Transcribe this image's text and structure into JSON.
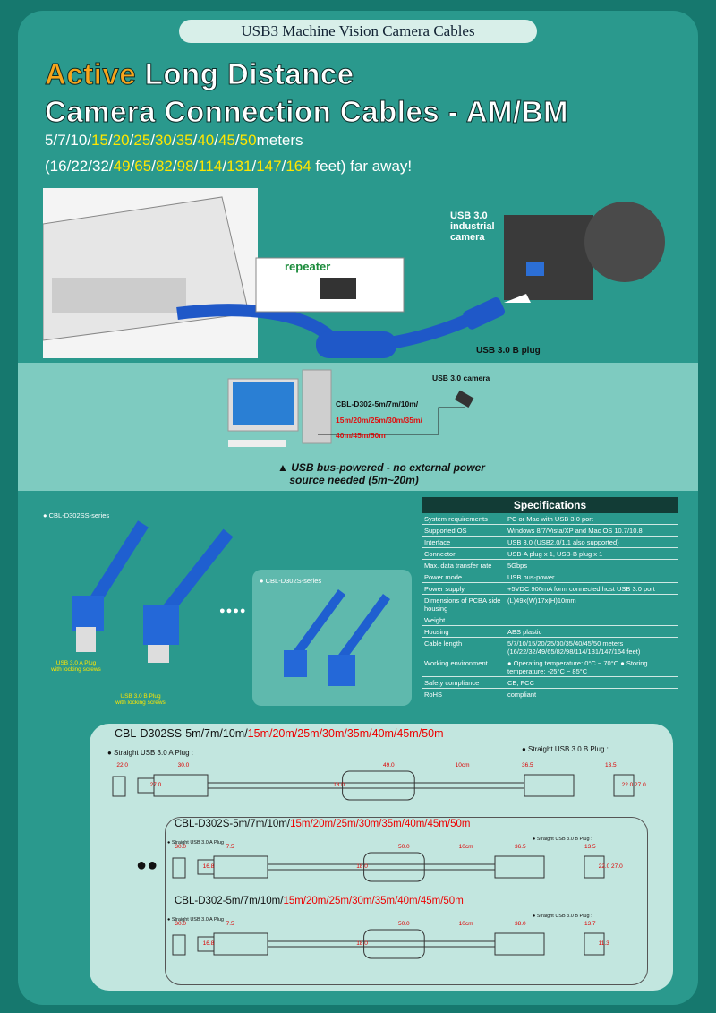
{
  "header": {
    "banner": "USB3 Machine Vision Camera Cables",
    "title_active": "Active",
    "title_rest": " Long Distance",
    "title_line2": "Camera Connection Cables - AM/BM"
  },
  "lengths_m": {
    "items": [
      {
        "t": "5",
        "h": false
      },
      {
        "t": "7",
        "h": false
      },
      {
        "t": "10",
        "h": false
      },
      {
        "t": "15",
        "h": true
      },
      {
        "t": "20",
        "h": true
      },
      {
        "t": "25",
        "h": true
      },
      {
        "t": "30",
        "h": true
      },
      {
        "t": "35",
        "h": true
      },
      {
        "t": "40",
        "h": true
      },
      {
        "t": "45",
        "h": true
      },
      {
        "t": "50",
        "h": true
      }
    ],
    "suffix": "meters"
  },
  "lengths_ft": {
    "prefix": "(",
    "items": [
      {
        "t": "16",
        "h": false
      },
      {
        "t": "22",
        "h": false
      },
      {
        "t": "32",
        "h": false
      },
      {
        "t": "49",
        "h": true
      },
      {
        "t": "65",
        "h": true
      },
      {
        "t": "82",
        "h": true
      },
      {
        "t": "98",
        "h": true
      },
      {
        "t": "114",
        "h": true
      },
      {
        "t": "131",
        "h": true
      },
      {
        "t": "147",
        "h": true
      },
      {
        "t": "164",
        "h": true
      }
    ],
    "suffix": " feet) far away!"
  },
  "hero": {
    "repeater": "repeater",
    "camera_label": "USB 3.0 industrial camera",
    "b_plug": "USB 3.0 B plug"
  },
  "band": {
    "camera": "USB 3.0 camera",
    "model": "CBL-D302-5m/7m/10m/",
    "red1": "15m/20m/25m/30m/35m/",
    "red2": "40m/45m/50m",
    "note1": "▲ USB bus-powered - no external power",
    "note2": "source needed (5m~20m)"
  },
  "products": {
    "ss_series": "● CBL-D302SS-series",
    "s_series": "● CBL-D302S-series",
    "a_plug": "USB 3.0 A Plug",
    "a_plug2": "with locking screws",
    "b_plug": "USB 3.0 B Plug",
    "b_plug2": "with locking screws",
    "dots": "●●●●"
  },
  "specs": {
    "title": "Specifications",
    "rows": [
      {
        "k": "System requirements",
        "v": "PC or Mac with USB 3.0 port"
      },
      {
        "k": "Supported OS",
        "v": "Windows 8/7/Vista/XP and Mac OS 10.7/10.8"
      },
      {
        "k": "Interface",
        "v": "USB 3.0 (USB2.0/1.1 also supported)"
      },
      {
        "k": "Connector",
        "v": "USB-A plug x 1, USB-B plug x 1"
      },
      {
        "k": "Max. data transfer rate",
        "v": "5Gbps"
      },
      {
        "k": "Power mode",
        "v": "USB bus-power"
      },
      {
        "k": "Power supply",
        "v": "+5VDC 900mA form connected host USB 3.0 port"
      },
      {
        "k": "Dimensions of PCBA side housing",
        "v": "(L)49x(W)17x(H)10mm"
      },
      {
        "k": "Weight",
        "v": ""
      },
      {
        "k": "Housing",
        "v": "ABS plastic"
      },
      {
        "k": "Cable length",
        "v": "5/7/10/15/20/25/30/35/40/45/50 meters (16/22/32/49/65/82/98/114/131/147/164 feet)"
      },
      {
        "k": "Working environment",
        "v": "● Operating temperature: 0°C ~ 70°C ● Storing temperature: -25°C ~ 85°C"
      },
      {
        "k": "Safety compliance",
        "v": "CE, FCC"
      },
      {
        "k": "RoHS",
        "v": "compliant"
      }
    ]
  },
  "drawings": [
    {
      "model": "CBL-D302SS-5m/7m/10m/",
      "red": "15m/20m/25m/30m/35m/40m/45m/50m",
      "a_label": "● Straight USB 3.0 A Plug :",
      "b_label": "● Straight USB 3.0 B Plug :",
      "dims": [
        "30.0",
        "22.0",
        "27.0",
        "49.0",
        "10cm",
        "36.5",
        "18.0",
        "13.5",
        "22.0 27.0"
      ]
    },
    {
      "model": "CBL-D302S-5m/7m/10m/",
      "red": "15m/20m/25m/30m/35m/40m/45m/50m",
      "a_label": "● Straight USB 3.0 A Plug :",
      "b_label": "● Straight USB 3.0 B Plug :",
      "dims": [
        "7.5",
        "30.0",
        "16.8",
        "50.0",
        "10cm",
        "36.5",
        "18.0",
        "13.5",
        "22.0 27.0"
      ]
    },
    {
      "model": "CBL-D302-5m/7m/10m/",
      "red": "15m/20m/25m/30m/35m/40m/45m/50m",
      "a_label": "● Straight USB 3.0 A Plug :",
      "b_label": "● Straight USB 3.0 B Plug :",
      "dims": [
        "7.5",
        "30.0",
        "16.8",
        "50.0",
        "10cm",
        "38.0",
        "18.0",
        "13.7",
        "11.3"
      ]
    }
  ],
  "bullet": "●●"
}
